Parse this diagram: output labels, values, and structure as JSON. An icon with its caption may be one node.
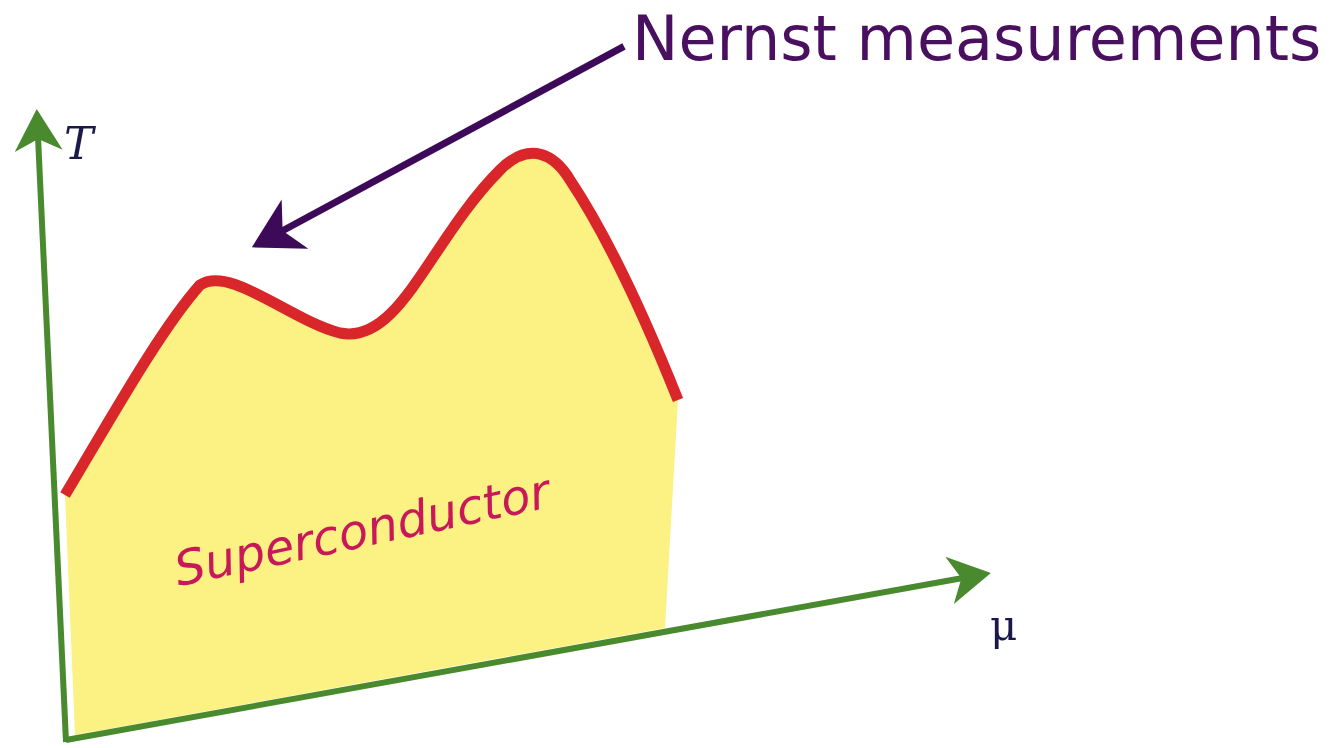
{
  "diagram": {
    "nodes": [
      {
        "text": [
          "Nernst measurements"
        ]
      },
      {
        "text": [],
        "shape": "picture"
      }
    ],
    "edges": [
      {
        "from": 0,
        "to": 1,
        "arrow": "to"
      }
    ],
    "labels": [
      "T",
      "μ",
      "Superconductor"
    ]
  }
}
